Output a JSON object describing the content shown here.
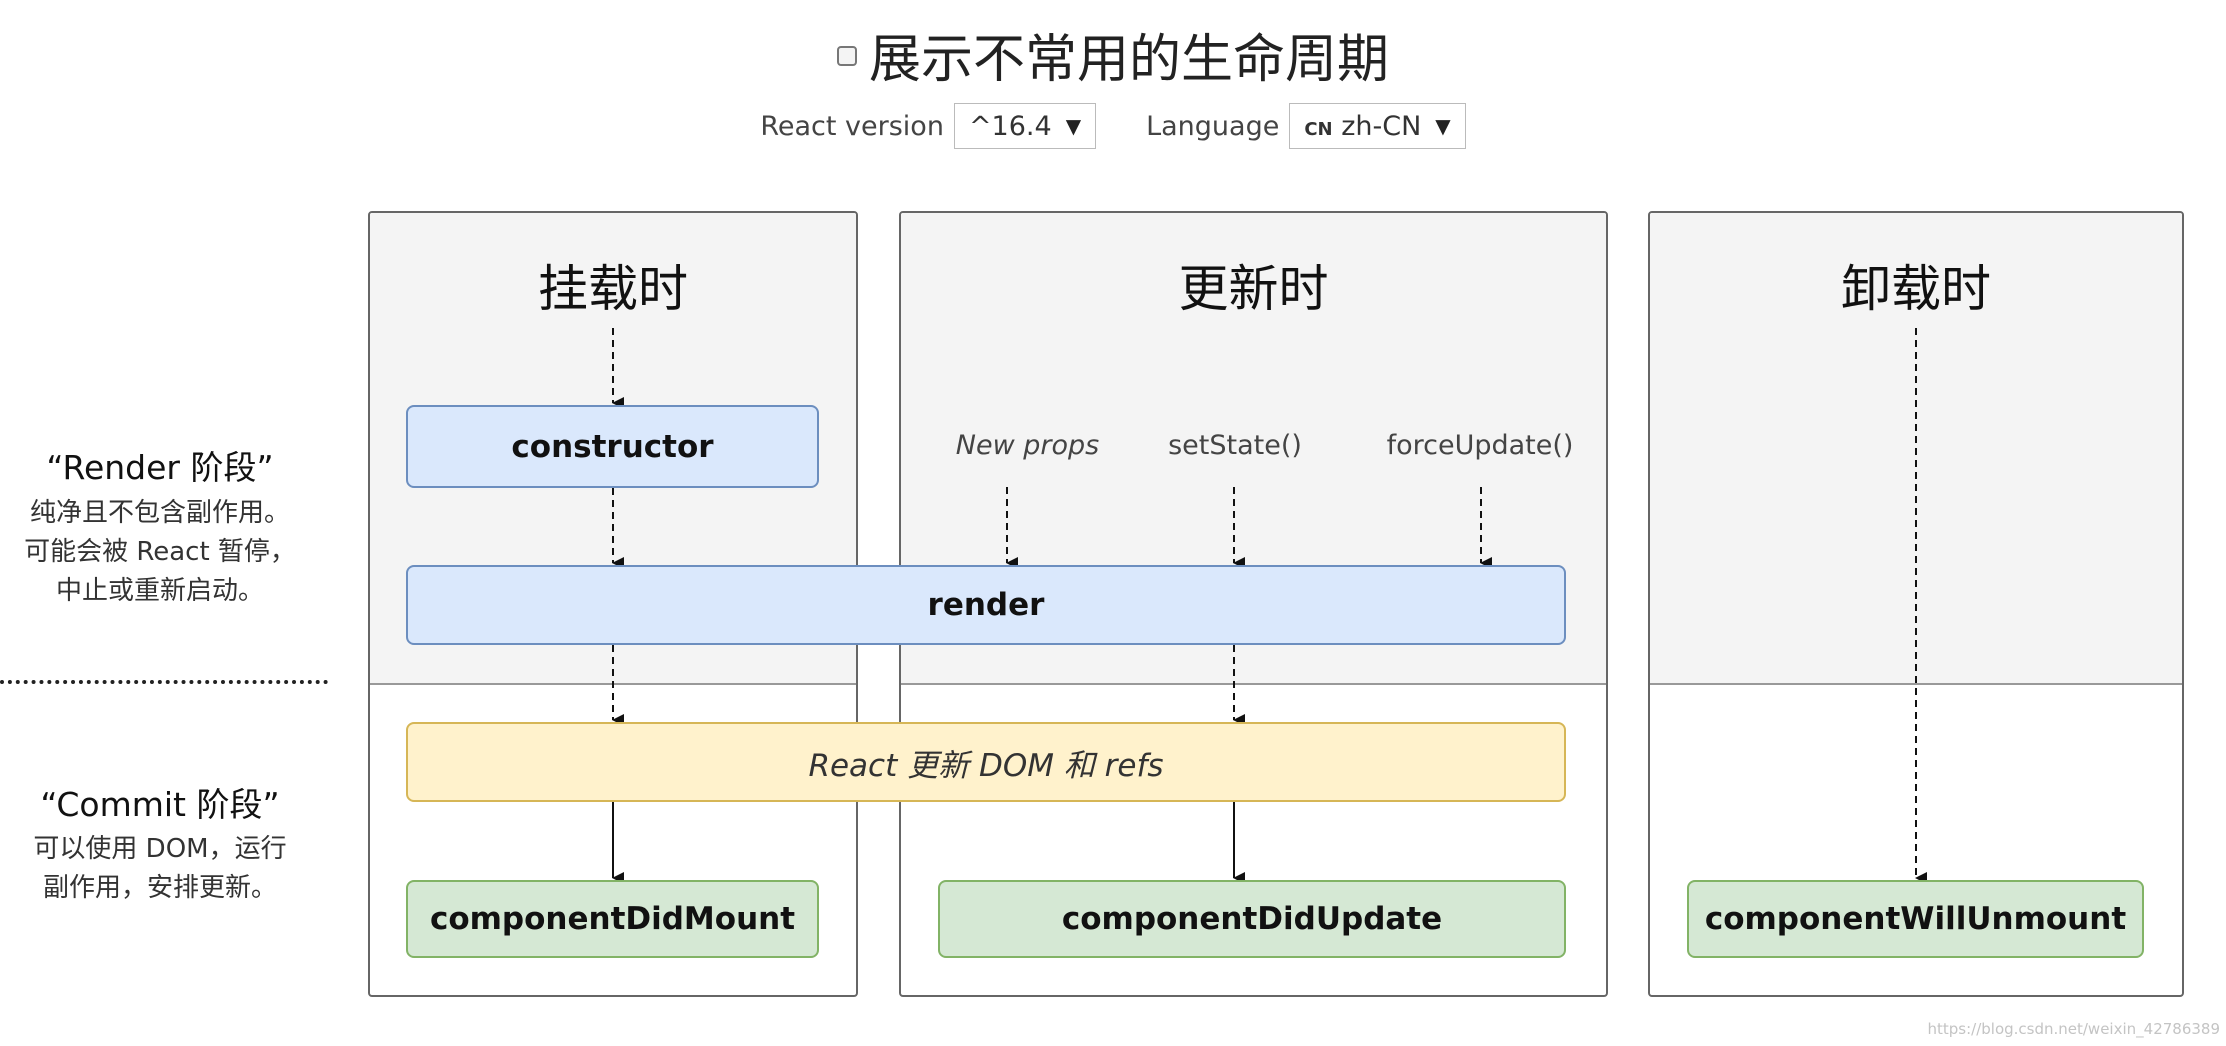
{
  "header": {
    "title": "展示不常用的生命周期",
    "react_version_label": "React version",
    "react_version_value": "^16.4",
    "language_label": "Language",
    "language_flag": "CN",
    "language_value": "zh-CN"
  },
  "columns": {
    "mount": {
      "title": "挂载时"
    },
    "update": {
      "title": "更新时"
    },
    "unmount": {
      "title": "卸载时"
    }
  },
  "methods": {
    "constructor": "constructor",
    "render": "render",
    "dom_update": "React 更新 DOM 和 refs",
    "did_mount": "componentDidMount",
    "did_update": "componentDidUpdate",
    "will_unmount": "componentWillUnmount"
  },
  "triggers": {
    "new_props": "New props",
    "set_state": "setState()",
    "force_update": "forceUpdate()"
  },
  "phases": {
    "render": {
      "label": "“Render 阶段”",
      "desc_lines": [
        "纯净且不包含副作用。",
        "可能会被 React 暂停，",
        "中止或重新启动。"
      ]
    },
    "commit": {
      "label": "“Commit 阶段”",
      "desc_lines": [
        "可以使用 DOM，运行",
        "副作用，安排更新。"
      ]
    }
  },
  "watermark": "https://blog.csdn.net/weixin_42786389",
  "colors": {
    "render_phase_box": "#dae8fc",
    "dom_update_box": "#fff2cc",
    "commit_method_box": "#d5e8d4"
  }
}
